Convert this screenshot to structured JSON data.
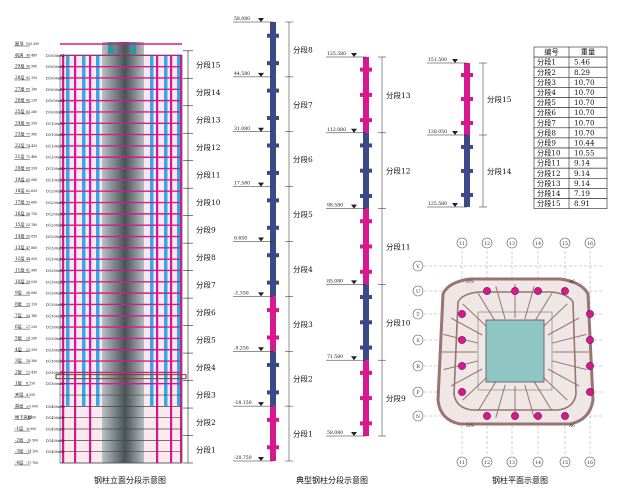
{
  "captions": {
    "elevation": "钢柱立面分段示意图",
    "typical": "典型钢柱分段示意图",
    "plan": "钢柱平面示意图"
  },
  "elevation": {
    "floors": [
      "屋顶",
      "机房",
      "29层",
      "28层",
      "27层",
      "26层",
      "25层",
      "24层",
      "23层",
      "22层",
      "21层",
      "20层",
      "19层",
      "18层",
      "17层",
      "16层",
      "15层",
      "14层",
      "13层",
      "12层",
      "11层",
      "10层",
      "9层",
      "8层",
      "7层",
      "6层",
      "5层",
      "4层",
      "3层",
      "2层",
      "1层",
      "夹层",
      "首层",
      "地下夹层",
      "-1层",
      "-2层",
      "-3层",
      "-4层"
    ],
    "elevations": [
      "103.300",
      "98.480",
      "96.580",
      "92.130",
      "89.180",
      "86.230",
      "83.280",
      "80.330",
      "77.380",
      "74.430",
      "71.480",
      "68.530",
      "65.580",
      "62.630",
      "59.680",
      "56.730",
      "53.780",
      "50.830",
      "47.880",
      "44.930",
      "41.980",
      "39.030",
      "36.080",
      "33.130",
      "30.180",
      "27.230",
      "24.280",
      "21.330",
      "18.380",
      "15.430",
      "8.150",
      "4.350",
      "±0.000",
      "-3.300",
      "-6.900",
      "-10.500",
      "-14.100",
      "-17.700"
    ],
    "specs": [
      "",
      "D1000x14",
      "D1000x14",
      "D1000x14",
      "D1000x14",
      "D1000x14",
      "D1000x14",
      "D1100x16",
      "D1100x16",
      "D1100x16",
      "D1100x16",
      "D1100x16",
      "D1100x16",
      "D1200x16",
      "D1200x16",
      "D1200x16",
      "D1200x16",
      "D1200x16",
      "D1300x16",
      "D1300x16",
      "D1300x16",
      "D1300x16",
      "D1300x16",
      "D1300x16",
      "D1300x16",
      "D1300x16",
      "D1300x16",
      "D1300x16",
      "D1300x16",
      "D1300x16",
      "D1300x16",
      "",
      "D1400x38",
      "D1400x22",
      "D1400x22",
      "D1400x22",
      "D1400x22",
      ""
    ],
    "segments": [
      "分段15",
      "分段14",
      "分段13",
      "分段12",
      "分段11",
      "分段10",
      "分段9",
      "分段8",
      "分段7",
      "分段6",
      "分段5",
      "分段4",
      "分段3",
      "分段2",
      "分段1"
    ]
  },
  "typical": {
    "column_a": {
      "levels": [
        "58.080",
        "44.580",
        "31.080",
        "17.580",
        "8.650",
        "-1.350",
        "-9.250",
        "-18.150",
        "-20.750"
      ],
      "segments": [
        "分段8",
        "分段7",
        "分段6",
        "分段5",
        "分段4",
        "分段3",
        "分段2",
        "分段1"
      ]
    },
    "column_b": {
      "levels": [
        "125.580",
        "112.080",
        "98.580",
        "85.080",
        "71.580",
        "58.080"
      ],
      "segments": [
        "分段13",
        "分段12",
        "分段11",
        "分段10",
        "分段9"
      ]
    },
    "column_c": {
      "levels": [
        "151.500",
        "138.050",
        "125.580"
      ],
      "segments": [
        "分段15",
        "分段14"
      ]
    }
  },
  "weights_table": {
    "headers": [
      "编号",
      "重量"
    ],
    "rows": [
      [
        "分段1",
        "5.46"
      ],
      [
        "分段2",
        "8.29"
      ],
      [
        "分段3",
        "10.70"
      ],
      [
        "分段4",
        "10.70"
      ],
      [
        "分段5",
        "10.70"
      ],
      [
        "分段6",
        "10.70"
      ],
      [
        "分段7",
        "10.70"
      ],
      [
        "分段8",
        "10.70"
      ],
      [
        "分段9",
        "10.44"
      ],
      [
        "分段10",
        "10.55"
      ],
      [
        "分段11",
        "9.14"
      ],
      [
        "分段12",
        "9.14"
      ],
      [
        "分段13",
        "9.14"
      ],
      [
        "分段14",
        "7.19"
      ],
      [
        "分段15",
        "8.91"
      ]
    ]
  },
  "plan": {
    "grid_top": [
      "11",
      "12",
      "13",
      "14",
      "15",
      "16"
    ],
    "grid_bottom": [
      "11",
      "12",
      "13",
      "14",
      "15",
      "16"
    ],
    "grid_left": [
      "V",
      "U",
      "T",
      "S",
      "R",
      "P",
      "N"
    ],
    "column_tags": [
      "S/N",
      "A6",
      "S/N",
      "A6"
    ]
  },
  "colors": {
    "magenta": "#d8188f",
    "navy": "#3b4a86",
    "cyan": "#35a9e6",
    "core": "#7a8486",
    "plan_roof": "#9a7373",
    "plan_core": "#8fc5c3"
  }
}
